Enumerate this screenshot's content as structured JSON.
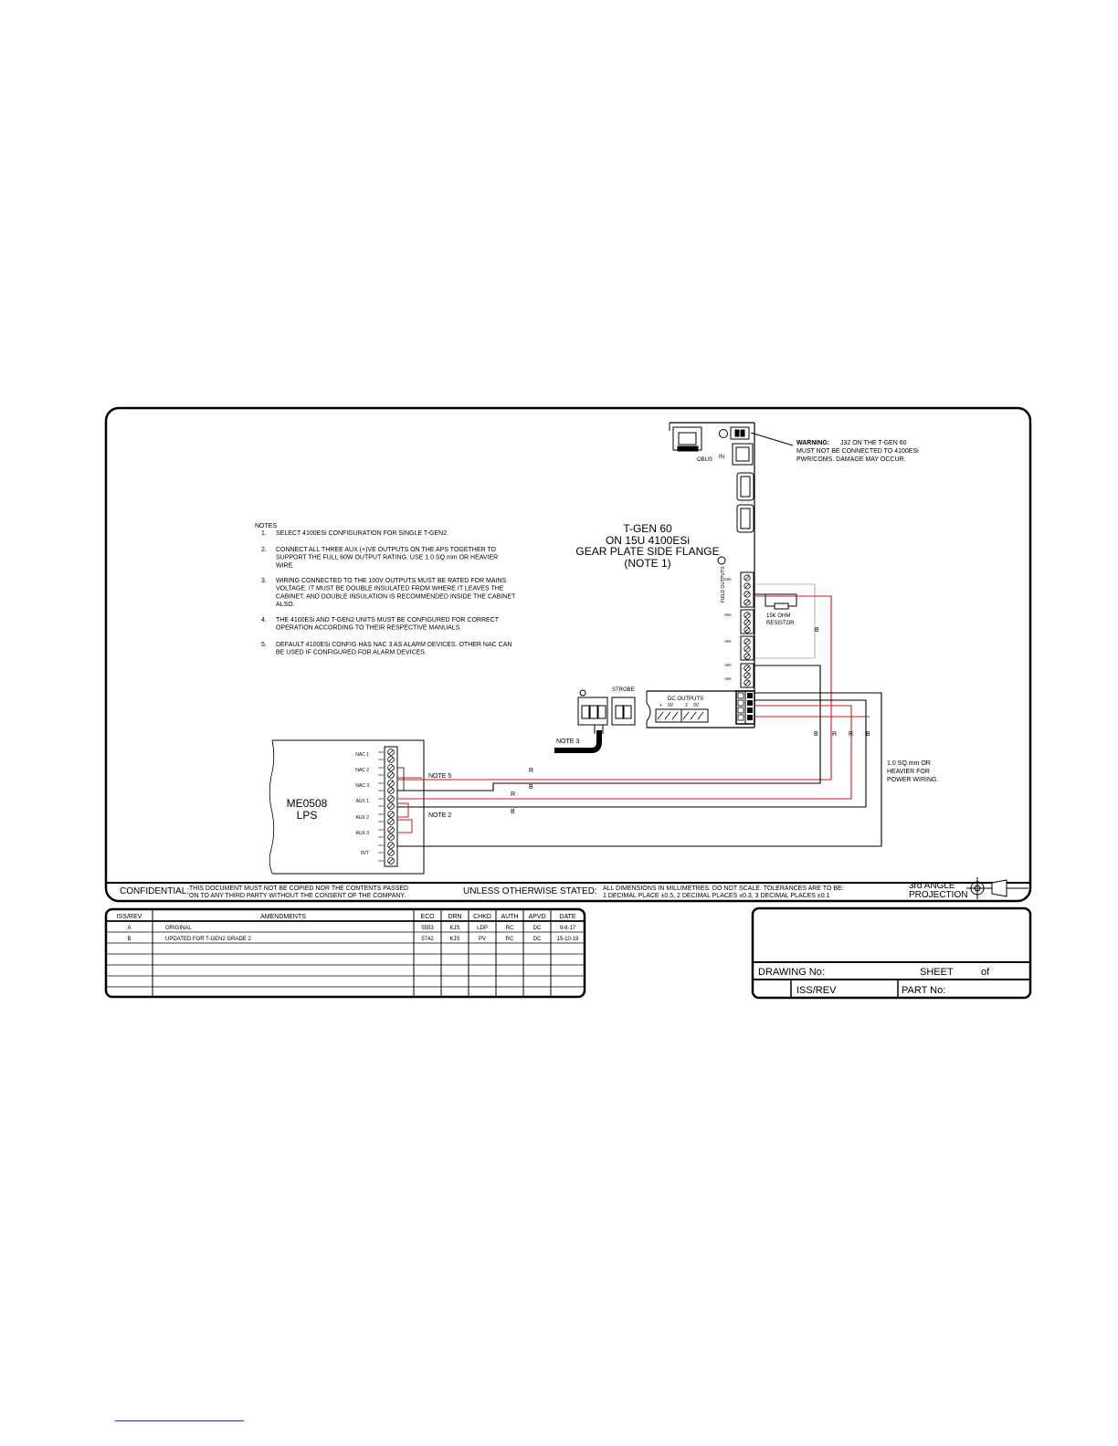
{
  "notes": {
    "heading": "NOTES",
    "items": [
      {
        "num": "1.",
        "lines": [
          "SELECT 4100ESi CONFIGURATION FOR SINGLE T-GEN2."
        ]
      },
      {
        "num": "2.",
        "lines": [
          "CONNECT ALL THREE AUX (+)VE OUTPUTS ON THE APS TOGETHER TO",
          "SUPPORT THE FULL 60W OUTPUT RATING. USE 1.0 SQ.mm OR HEAVIER",
          "WIRE."
        ]
      },
      {
        "num": "3.",
        "lines": [
          "WIRING CONNECTED TO THE 100V OUTPUTS MUST BE RATED FOR MAINS",
          "VOLTAGE. IT MUST BE DOUBLE INSULATED FROM WHERE IT LEAVES THE",
          "CABINET, AND DOUBLE INSULATION IS RECOMMENDED INSIDE THE CABINET",
          "ALSO."
        ]
      },
      {
        "num": "4.",
        "lines": [
          "THE 4100ESi AND T-GEN2 UNITS MUST BE CONFIGURED FOR CORRECT",
          "OPERATION ACCORDING TO THEIR RESPECTIVE MANUALS."
        ]
      },
      {
        "num": "5.",
        "lines": [
          "DEFAULT 4100ESi CONFIG HAS NAC 3 AS ALARM DEVICES. OTHER NAC CAN",
          "BE USED IF CONFIGURED FOR ALARM DEVICES."
        ]
      }
    ]
  },
  "board_title": [
    "T-GEN 60",
    "ON 15U 4100ESi",
    "GEAR PLATE SIDE FLANGE",
    "(NOTE 1)"
  ],
  "warning": {
    "label": "WARNING:",
    "line1": "J32 ON THE T-GEN 60",
    "line2": "MUST NOT BE CONNECTED TO 4100ESi",
    "line3": "PWR/COMS. DAMAGE MAY OCCUR."
  },
  "board_labels": {
    "obus": "OBUS",
    "in": "IN",
    "dc_outputs": "DC OUTPUTS",
    "dc_terms": [
      "+",
      "0V",
      "2",
      "0V"
    ],
    "strobe": "STROBE",
    "note3": "NOTE 3",
    "field_outputs": "FIELD OUTPUTS",
    "left_terms": [
      "AIN",
      "AIN",
      "AIN",
      "AIN",
      "AIN"
    ]
  },
  "resistor": {
    "line1": "15K OHM",
    "line2": "RESISTOR"
  },
  "lps": {
    "name_line1": "ME0508",
    "name_line2": "LPS",
    "terminals": [
      "NAC 1",
      "NAC 2",
      "NAC 3",
      "AUX 1",
      "AUX 2",
      "AUX 3",
      "0VT"
    ]
  },
  "wire_notes": {
    "note5": "NOTE 5",
    "note2": "NOTE 2"
  },
  "wire_letters": {
    "r": "R",
    "b": "B"
  },
  "wire_spec": [
    "1.0 SQ.mm OR",
    "HEAVIER FOR",
    "POWER WIRING."
  ],
  "bottom_bar": {
    "confidential_label": "CONFIDENTIAL:",
    "confidential_line1": "THIS DOCUMENT MUST NOT BE COPIED NOR THE CONTENTS PASSED",
    "confidential_line2": "ON TO ANY THIRD PARTY WITHOUT THE CONSENT OF THE COMPANY.",
    "unless": "UNLESS OTHERWISE STATED:",
    "dims_line1": "ALL DIMENSIONS IN MILLIMETRES. DO NOT SCALE. TOLERANCES ARE TO BE:",
    "dims_line2": "1 DECIMAL PLACE ±0.5, 2 DECIMAL PLACES ±0.3, 3 DECIMAL PLACES ±0.1",
    "angle_line1": "3rd ANGLE",
    "angle_line2": "PROJECTION"
  },
  "revision_table": {
    "headers": [
      "ISS/REV",
      "AMENDMENTS",
      "ECO",
      "DRN",
      "CHKD",
      "AUTH",
      "APVD",
      "DATE"
    ],
    "rows": [
      [
        "A",
        "ORIGINAL",
        "5553",
        "KJS",
        "LDP",
        "RC",
        "DC",
        "9-8-17"
      ],
      [
        "B",
        "UPDATED FOR T-GEN2 GRADE 2",
        "5742",
        "KJS",
        "PV",
        "RC",
        "DC",
        "15-10-19"
      ],
      [
        "",
        "",
        "",
        "",
        "",
        "",
        "",
        ""
      ],
      [
        "",
        "",
        "",
        "",
        "",
        "",
        "",
        ""
      ],
      [
        "",
        "",
        "",
        "",
        "",
        "",
        "",
        ""
      ],
      [
        "",
        "",
        "",
        "",
        "",
        "",
        "",
        ""
      ],
      [
        "",
        "",
        "",
        "",
        "",
        "",
        "",
        ""
      ]
    ]
  },
  "title_block": {
    "drawing_no": "DRAWING No:",
    "sheet": "SHEET",
    "of": "of",
    "iss_rev": "ISS/REV",
    "part_no": "PART No:"
  },
  "colors": {
    "red_wire": "#cc1a1a",
    "black_wire": "#000000",
    "footer_rule": "#2233aa"
  }
}
